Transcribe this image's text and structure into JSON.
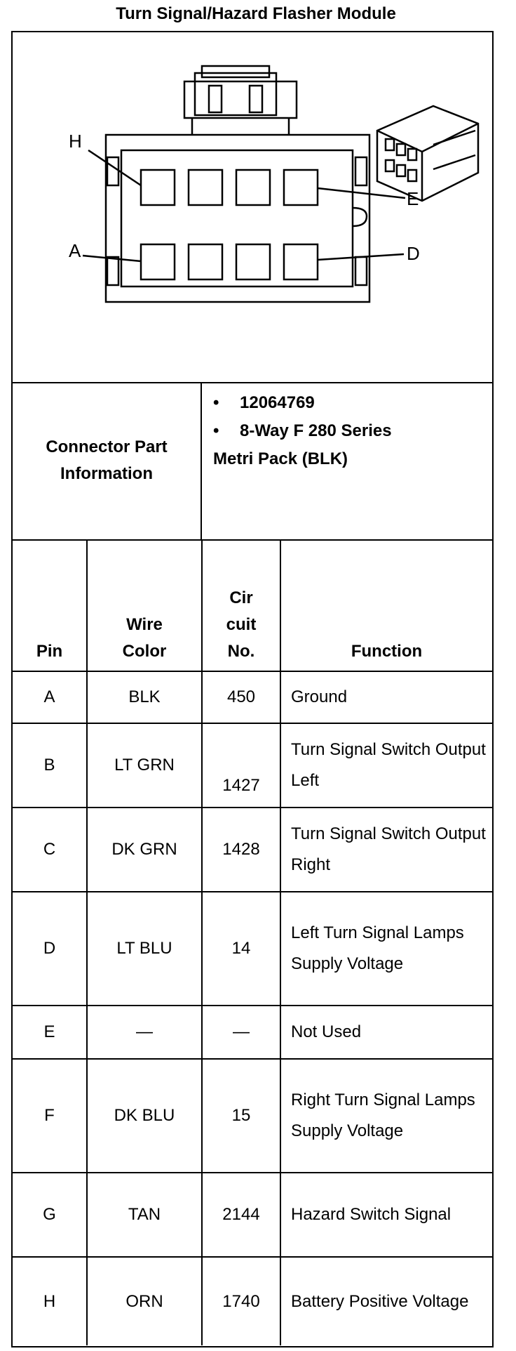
{
  "title": "Turn Signal/Hazard Flasher Module",
  "diagram": {
    "labels": {
      "h": "H",
      "a": "A",
      "e": "E",
      "d": "D"
    }
  },
  "connector_info": {
    "label": "Connector Part\nInformation",
    "part_number": "12064769",
    "description_line1": "8-Way F 280 Series",
    "description_line2": "Metri Pack (BLK)"
  },
  "table": {
    "headers": {
      "pin": "Pin",
      "wire_color": "Wire\nColor",
      "circuit": "Cir\ncuit\nNo.",
      "function": "Function"
    },
    "rows": [
      {
        "pin": "A",
        "color": "BLK",
        "circuit": "450",
        "function": "Ground"
      },
      {
        "pin": "B",
        "color": "LT GRN",
        "circuit": "1427",
        "function": "Turn Signal Switch Output Left"
      },
      {
        "pin": "C",
        "color": "DK GRN",
        "circuit": "1428",
        "function": "Turn Signal Switch Output Right"
      },
      {
        "pin": "D",
        "color": "LT BLU",
        "circuit": "14",
        "function": "Left Turn Signal Lamps Supply Voltage"
      },
      {
        "pin": "E",
        "color": "—",
        "circuit": "—",
        "function": "Not Used"
      },
      {
        "pin": "F",
        "color": "DK BLU",
        "circuit": "15",
        "function": "Right Turn Signal Lamps Supply Voltage"
      },
      {
        "pin": "G",
        "color": "TAN",
        "circuit": "2144",
        "function": "Hazard Switch Signal"
      },
      {
        "pin": "H",
        "color": "ORN",
        "circuit": "1740",
        "function": "Battery Positive Voltage"
      }
    ]
  }
}
